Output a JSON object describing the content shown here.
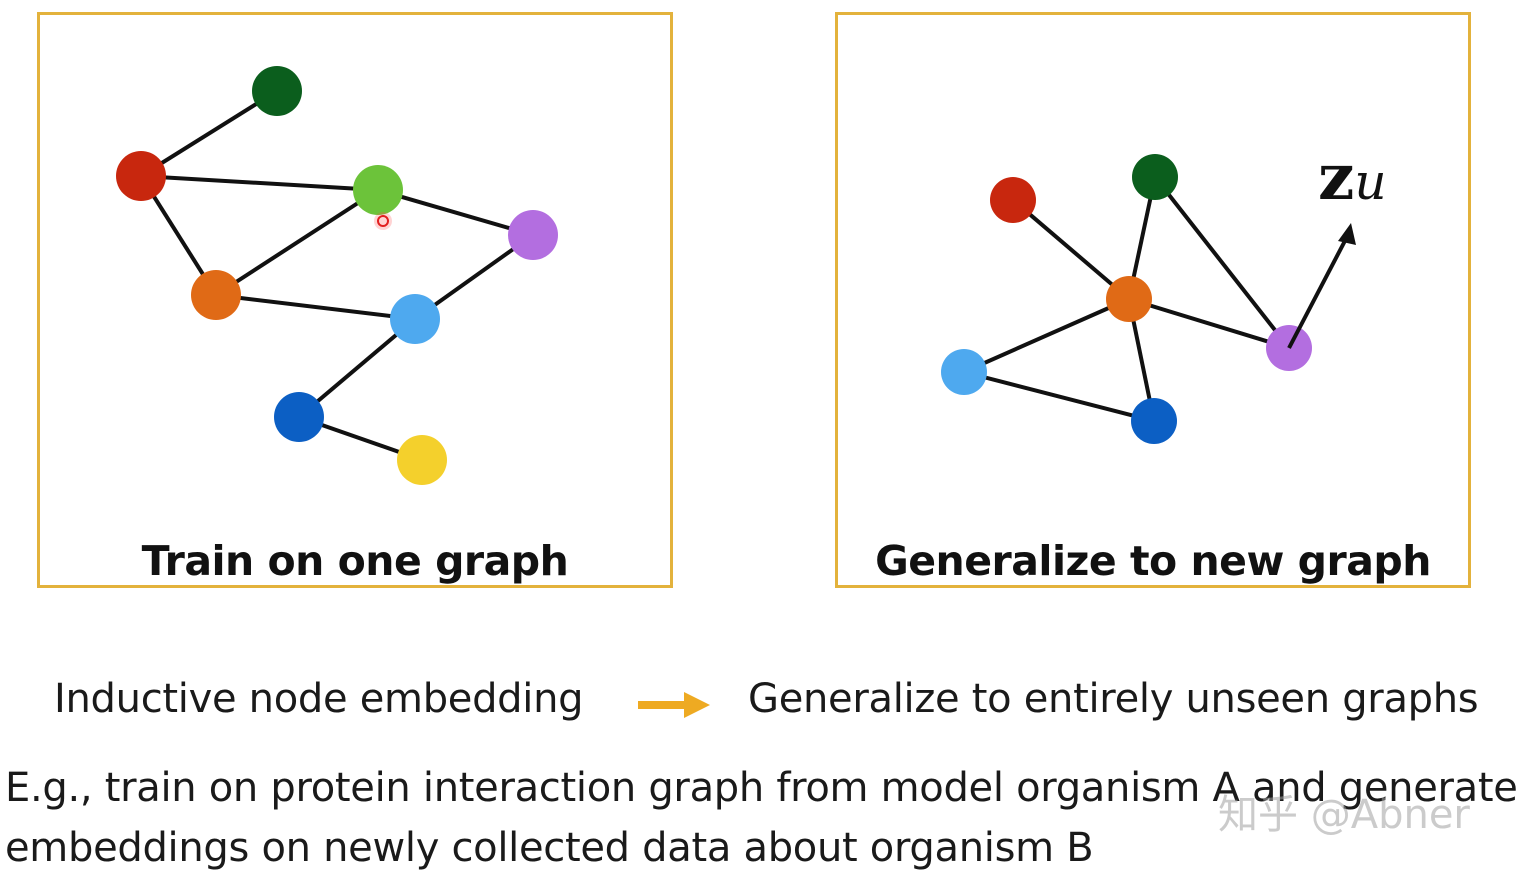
{
  "left_panel": {
    "caption": "Train on one graph",
    "nodes": [
      {
        "id": "n-darkgreen",
        "color": "#0b5e1d"
      },
      {
        "id": "n-red",
        "color": "#c8270e"
      },
      {
        "id": "n-green",
        "color": "#6cc33a"
      },
      {
        "id": "n-purple",
        "color": "#b36ee0"
      },
      {
        "id": "n-orange",
        "color": "#e06a16"
      },
      {
        "id": "n-lightblue",
        "color": "#4ea9ef"
      },
      {
        "id": "n-blue",
        "color": "#0c5fc4"
      },
      {
        "id": "n-yellow",
        "color": "#f4d02c"
      }
    ],
    "edges": [
      [
        "n-darkgreen",
        "n-red"
      ],
      [
        "n-red",
        "n-green"
      ],
      [
        "n-red",
        "n-orange"
      ],
      [
        "n-green",
        "n-purple"
      ],
      [
        "n-green",
        "n-orange"
      ],
      [
        "n-orange",
        "n-lightblue"
      ],
      [
        "n-lightblue",
        "n-purple"
      ],
      [
        "n-lightblue",
        "n-blue"
      ],
      [
        "n-blue",
        "n-yellow"
      ]
    ]
  },
  "right_panel": {
    "caption": "Generalize to new graph",
    "embedding_label": {
      "z": "z",
      "u": "u"
    },
    "nodes": [
      {
        "id": "m-red",
        "color": "#c8270e"
      },
      {
        "id": "m-darkgreen",
        "color": "#0b5e1d"
      },
      {
        "id": "m-orange",
        "color": "#e06a16"
      },
      {
        "id": "m-purple",
        "color": "#b36ee0"
      },
      {
        "id": "m-lightblue",
        "color": "#4ea9ef"
      },
      {
        "id": "m-blue",
        "color": "#0c5fc4"
      }
    ],
    "edges": [
      [
        "m-red",
        "m-orange"
      ],
      [
        "m-darkgreen",
        "m-orange"
      ],
      [
        "m-darkgreen",
        "m-purple"
      ],
      [
        "m-orange",
        "m-purple"
      ],
      [
        "m-orange",
        "m-lightblue"
      ],
      [
        "m-orange",
        "m-blue"
      ],
      [
        "m-lightblue",
        "m-blue"
      ]
    ]
  },
  "text": {
    "inductive": "Inductive node embedding",
    "generalize": "Generalize to entirely unseen graphs",
    "example_1": "E.g., train on protein interaction graph from model organism A and generate",
    "example_2": "embeddings on newly collected data about organism B",
    "watermark": "知乎 @Abner"
  },
  "colors": {
    "panel_border": "#e3b23c",
    "arrow": "#eeaa22",
    "edge": "#111111"
  }
}
